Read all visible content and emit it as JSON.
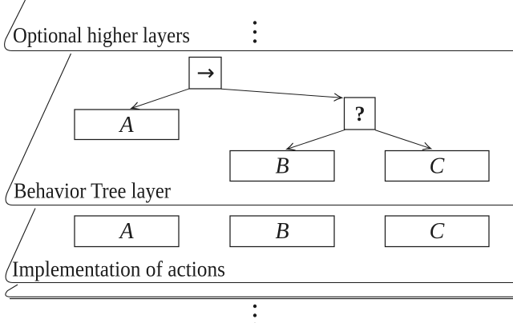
{
  "layers": [
    {
      "label": "Optional higher layers"
    },
    {
      "label": "Behavior Tree layer"
    },
    {
      "label": "Implementation of actions"
    }
  ],
  "behavior_tree": {
    "sequence_node_symbol": "→",
    "fallback_node_symbol": "?",
    "action_nodes": [
      "A",
      "B",
      "C"
    ]
  },
  "implementation_actions": [
    "A",
    "B",
    "C"
  ],
  "icons": {
    "vertical_ellipsis_top": "⋮",
    "vertical_ellipsis_bottom": "⋮"
  },
  "colors": {
    "line": "#1c1c1c",
    "background": "#ffffff"
  }
}
